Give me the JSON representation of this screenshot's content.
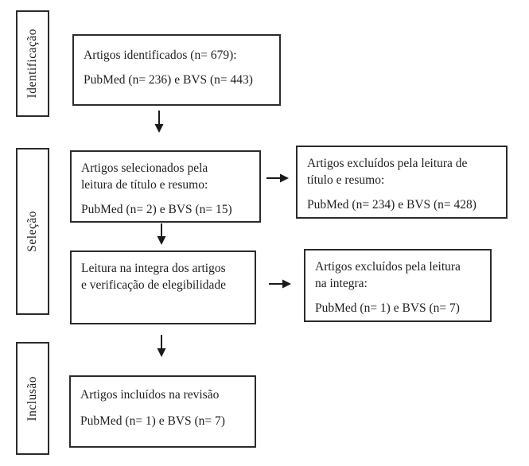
{
  "stages": {
    "identification": "Identificação",
    "screening": "Seleção",
    "inclusion": "Inclusão"
  },
  "boxes": {
    "identified": {
      "lines": [
        "Artigos identificados (n= 679):",
        "PubMed (n= 236) e BVS (n= 443)"
      ]
    },
    "selected": {
      "lines": [
        "Artigos selecionados pela",
        "leitura de título e resumo:",
        "PubMed (n= 2) e BVS (n= 15)"
      ]
    },
    "excluded_title": {
      "lines": [
        "Artigos excluídos pela leitura de",
        "título e resumo:",
        "PubMed (n= 234) e BVS (n= 428)"
      ]
    },
    "fulltext": {
      "lines": [
        "Leitura na integra dos artigos",
        "e verificação de elegibilidade"
      ]
    },
    "excluded_fulltext": {
      "lines": [
        "Artigos excluídos pela leitura",
        "na integra:",
        "PubMed (n= 1) e BVS (n= 7)"
      ]
    },
    "included": {
      "lines": [
        "Artigos incluídos na revisão",
        "PubMed (n= 1) e BVS (n= 7)"
      ]
    }
  },
  "colors": {
    "background": "#ffffff",
    "border": "#2b2b2b",
    "text": "#1f1f1f",
    "arrow": "#1a1a1a"
  }
}
